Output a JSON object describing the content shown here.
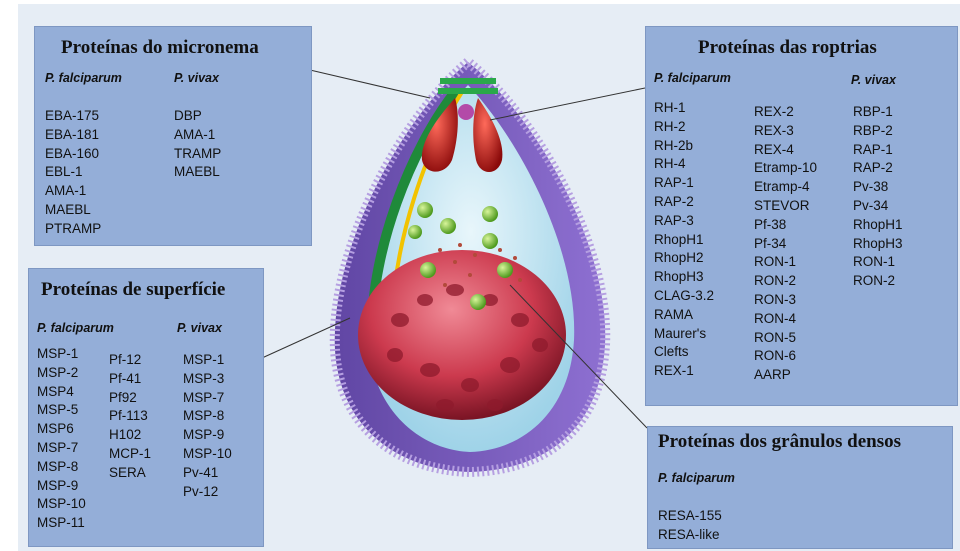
{
  "micronema": {
    "title": "Proteínas do micronema",
    "species": [
      "P. falciparum",
      "P. vivax"
    ],
    "falciparum": [
      "EBA-175",
      "EBA-181",
      "EBA-160",
      "EBL-1",
      "AMA-1",
      "MAEBL",
      "PTRAMP"
    ],
    "vivax": [
      "DBP",
      "AMA-1",
      "TRAMP",
      "MAEBL"
    ]
  },
  "roptrias": {
    "title": "Proteínas das roptrias",
    "species": [
      "P. falciparum",
      "P. vivax"
    ],
    "falciparum_col1": [
      "RH-1",
      "RH-2",
      "RH-2b",
      "RH-4",
      "RAP-1",
      "RAP-2",
      "RAP-3",
      "RhopH1",
      "RhopH2",
      "RhopH3",
      "CLAG-3.2",
      "RAMA",
      "Maurer's",
      "Clefts",
      "REX-1"
    ],
    "falciparum_col2": [
      "REX-2",
      "REX-3",
      "REX-4",
      "Etramp-10",
      "Etramp-4",
      "STEVOR",
      "Pf-38",
      "Pf-34",
      "RON-1",
      "RON-2",
      "RON-3",
      "RON-4",
      "RON-5",
      "RON-6",
      "AARP"
    ],
    "vivax": [
      "RBP-1",
      "RBP-2",
      "RAP-1",
      "RAP-2",
      "Pv-38",
      "Pv-34",
      "RhopH1",
      "RhopH3",
      "RON-1",
      "RON-2"
    ]
  },
  "superficie": {
    "title": "Proteínas de superfície",
    "species": [
      "P. falciparum",
      "P. vivax"
    ],
    "falciparum_col1": [
      "MSP-1",
      "MSP-2",
      "MSP4",
      "MSP-5",
      "MSP6",
      "MSP-7",
      "MSP-8",
      "MSP-9",
      "MSP-10",
      "MSP-11"
    ],
    "falciparum_col2": [
      "Pf-12",
      "Pf-41",
      "Pf92",
      "Pf-113",
      "H102",
      "MCP-1",
      "SERA"
    ],
    "vivax": [
      "MSP-1",
      "MSP-3",
      "MSP-7",
      "MSP-8",
      "MSP-9",
      "MSP-10",
      "Pv-41",
      "Pv-12"
    ]
  },
  "granulos": {
    "title": "Proteínas dos grânulos densos",
    "species": [
      "P. falciparum"
    ],
    "falciparum": [
      "RESA-155",
      "RESA-like"
    ]
  },
  "colors": {
    "panel": "#94aed8",
    "background": "#e6edf5",
    "rhoptry": "#c81e1e",
    "nucleus": "#d24a5a",
    "microneme": "#8cc63f",
    "spines": "#5a3ea0"
  }
}
